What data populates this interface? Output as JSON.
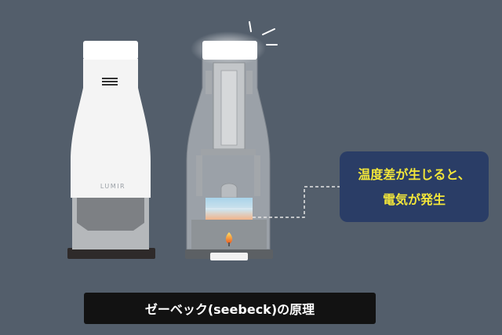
{
  "callout": {
    "line1": "温度差が生じると、",
    "line2": "電気が発生"
  },
  "caption": "ゼーベック(seebeck)の原理",
  "brand": "LUMIR",
  "colors": {
    "background": "#535e6b",
    "callout_bg": "#2a3d66",
    "callout_text": "#f2e63a",
    "caption_bg": "#121212",
    "lamp_body": "#f4f4f4",
    "flame": "#f08a2a"
  }
}
